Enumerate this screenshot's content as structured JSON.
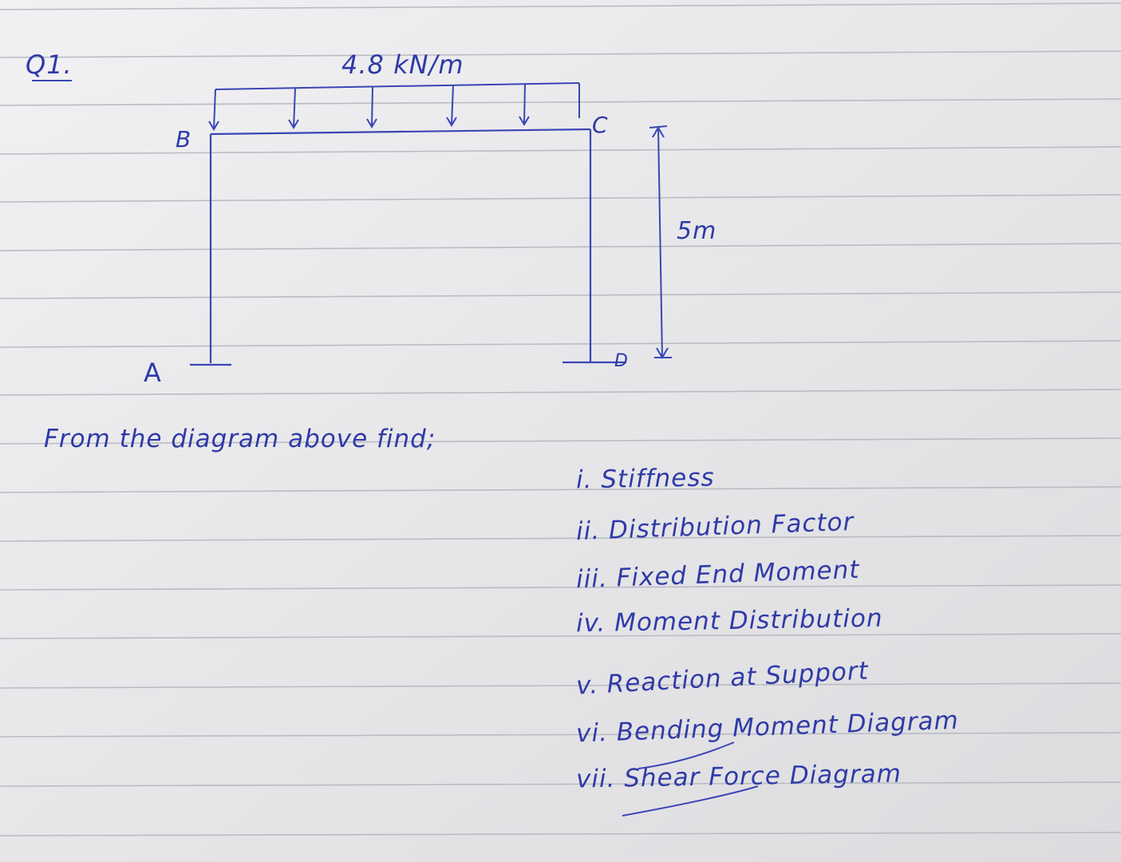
{
  "question": {
    "number": "Q1.",
    "load_label": "4.8 kN/m",
    "labels": {
      "B": "B",
      "C": "C",
      "A": "A",
      "D": "D"
    },
    "height_dimension": "5m",
    "prompt": "From the diagram above find;",
    "items": [
      "i. Stiffness",
      "ii. Distribution Factor",
      "iii. Fixed End Moment",
      "iv. Moment Distribution",
      "v. Reaction at Support",
      "vi. Bending Moment Diagram",
      "vii. Shear Force Diagram"
    ]
  },
  "colors": {
    "ink": "#2f3aa8",
    "paper": "#e9e9eb",
    "rule": "#b9bcc4"
  }
}
